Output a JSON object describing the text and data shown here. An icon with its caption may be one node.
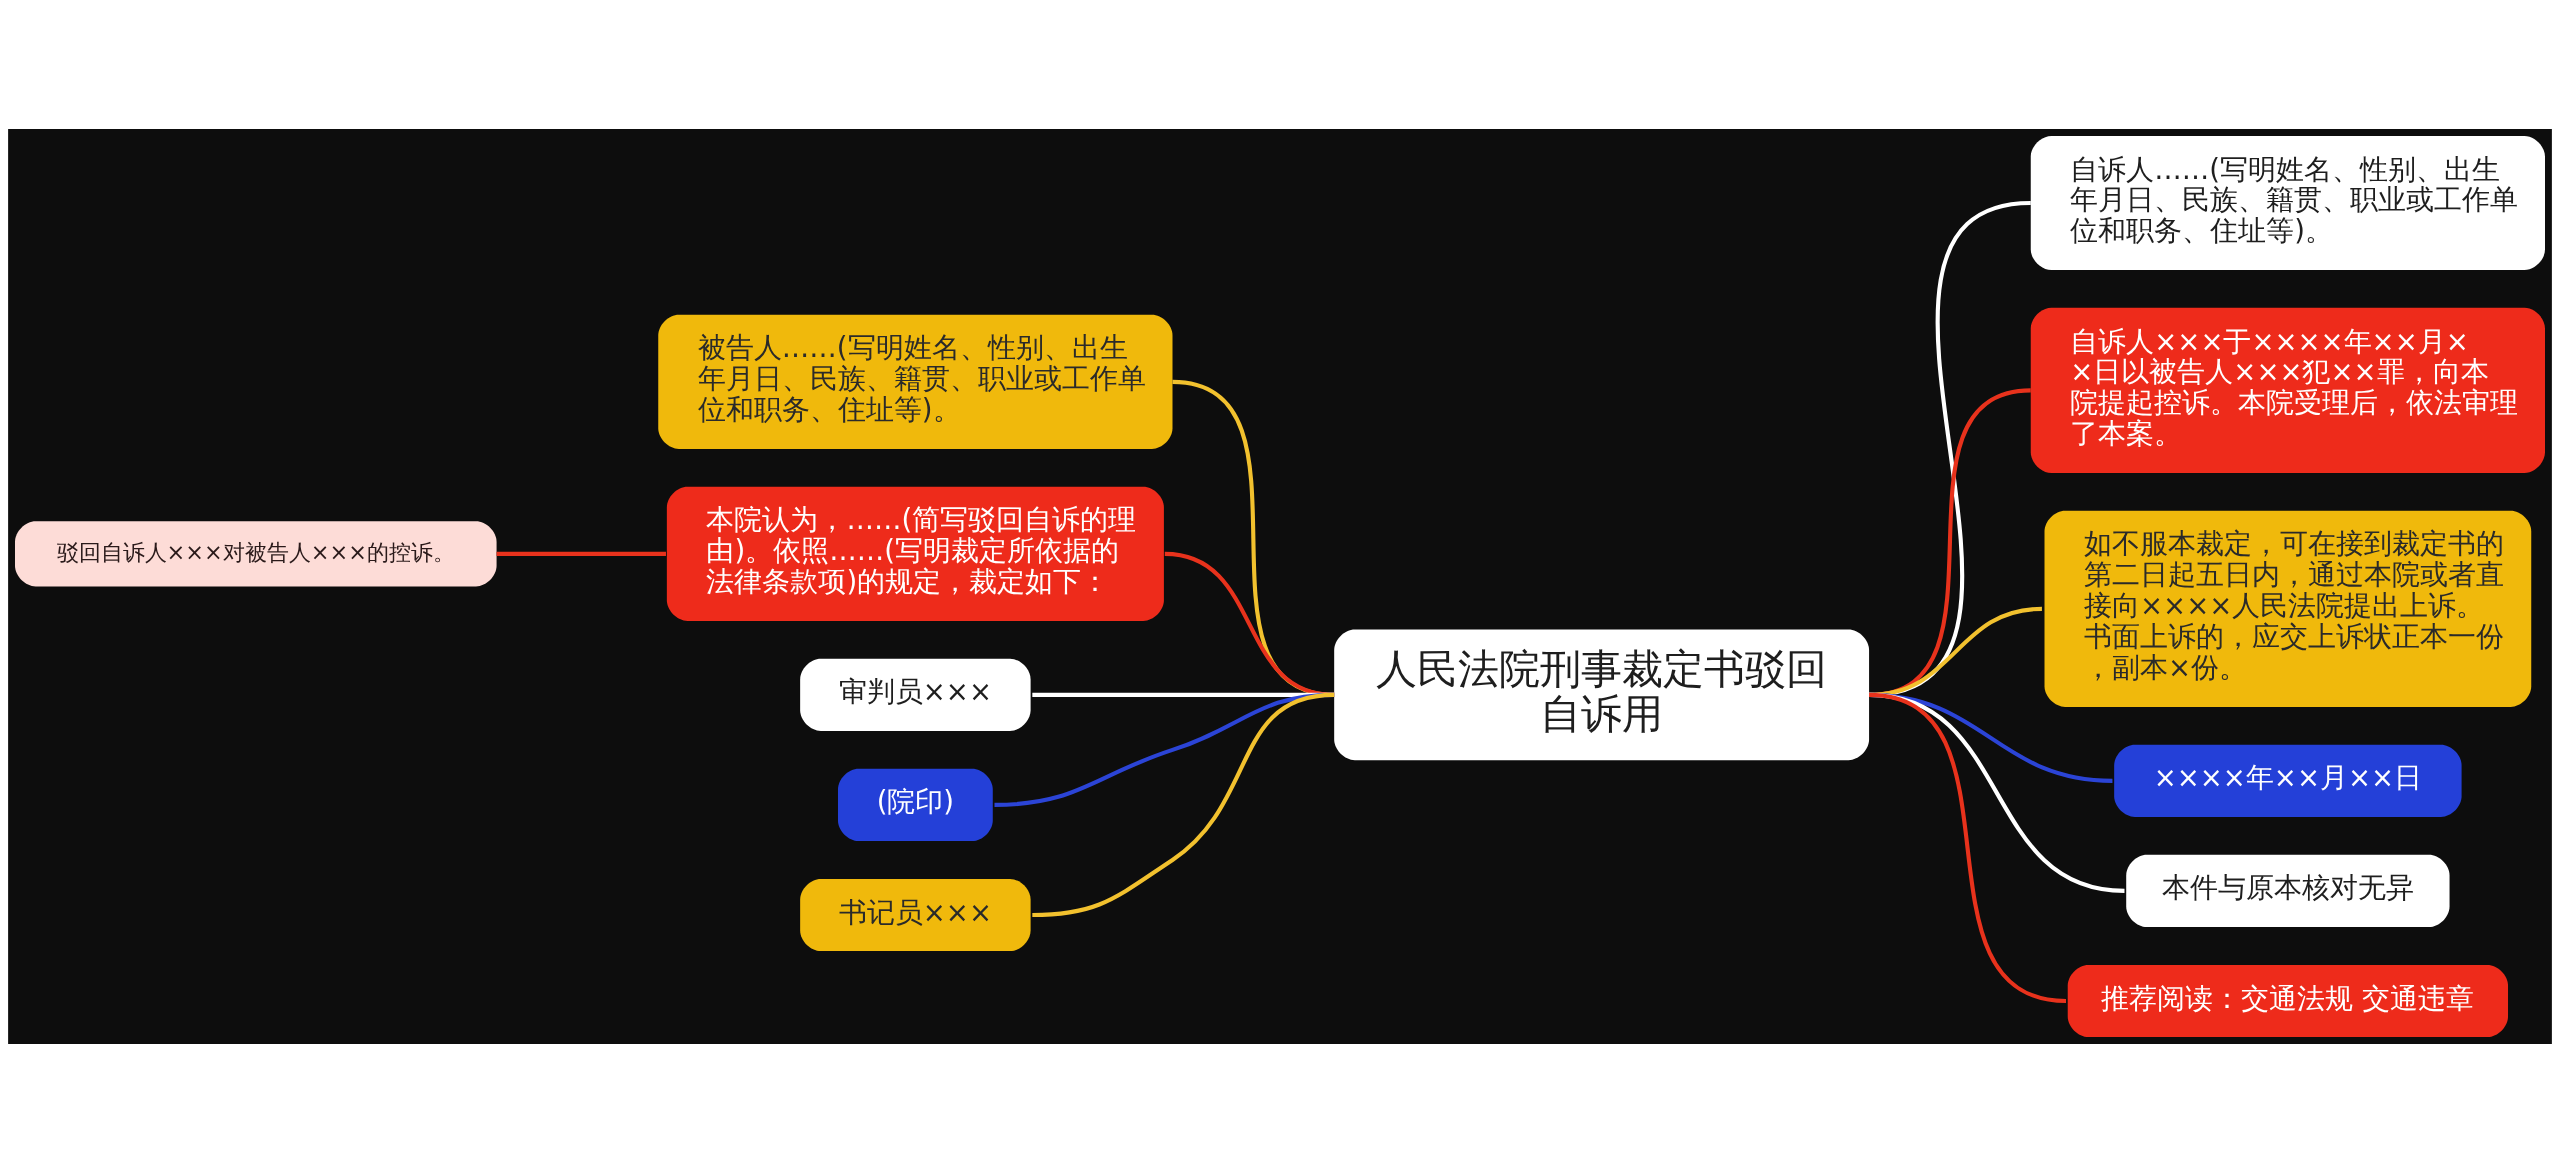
{
  "diagram": {
    "nodes": [
      {
        "text": [
          "人民法院刑事裁定书驳回自诉用"
        ]
      },
      {
        "text": [
          "自诉人……(写明姓名、性别、出生年月日、民族、籍贯、职业或工作单位和职务、住址等)。"
        ]
      },
      {
        "text": [
          "自诉人×××于××××年××月××日以被告人×××犯××罪，向本院提起控诉。本院受理后，依法审理了本案。"
        ]
      },
      {
        "text": [
          "如不服本裁定，可在接到裁定书的第二日起五日内，通过本院或者直接向××××人民法院提出上诉。书面上诉的，应交上诉状正本一份，副本×份。"
        ]
      },
      {
        "text": [
          "××××年××月××日"
        ]
      },
      {
        "text": [
          "本件与原本核对无异"
        ]
      },
      {
        "text": [
          "推荐阅读：交通法规 交通违章"
        ]
      },
      {
        "text": [
          "被告人……(写明姓名、性别、出生年月日、民族、籍贯、职业或工作单位和职务、住址等)。"
        ]
      },
      {
        "text": [
          "本院认为，……(简写驳回自诉的理由)。依照……(写明裁定所依据的法律条款项)的规定，裁定如下："
        ]
      },
      {
        "text": [
          "驳回自诉人×××对被告人×××的控诉。"
        ]
      },
      {
        "text": [
          "审判员×××"
        ]
      },
      {
        "text": [
          "(院印)"
        ]
      },
      {
        "text": [
          "书记员×××"
        ]
      }
    ],
    "edges": [
      {
        "from": 0,
        "to": 1,
        "arrow": "none",
        "color": "#ffffff"
      },
      {
        "from": 0,
        "to": 2,
        "arrow": "none"
      },
      {
        "from": 0,
        "to": 3,
        "arrow": "none",
        "color": "#f2c12e"
      },
      {
        "from": 0,
        "to": 4,
        "arrow": "none",
        "color": "#2b44d6"
      },
      {
        "from": 0,
        "to": 5,
        "arrow": "none",
        "color": "#ffffff"
      },
      {
        "from": 0,
        "to": 6,
        "arrow": "none"
      },
      {
        "from": 0,
        "to": 7,
        "arrow": "none",
        "color": "#f2c12e"
      },
      {
        "from": 0,
        "to": 8,
        "arrow": "none"
      },
      {
        "from": 8,
        "to": 9,
        "arrow": "none"
      },
      {
        "from": 0,
        "to": 10,
        "arrow": "none",
        "color": "#ffffff"
      },
      {
        "from": 0,
        "to": 11,
        "arrow": "none",
        "color": "#2b44d6"
      },
      {
        "from": 0,
        "to": 12,
        "arrow": "none",
        "color": "#f2c12e"
      }
    ]
  }
}
